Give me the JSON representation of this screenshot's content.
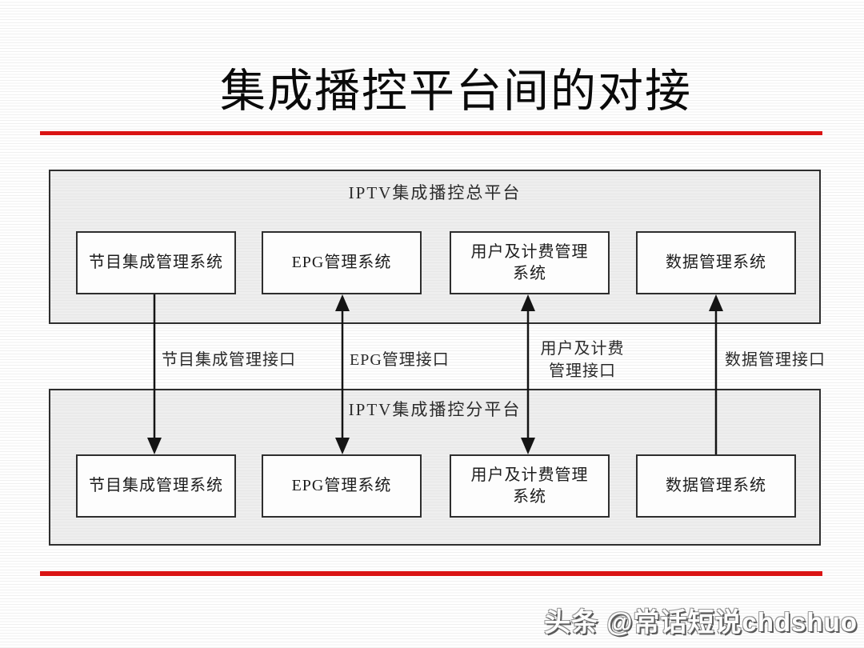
{
  "slide": {
    "title": "集成播控平台间的对接",
    "accent_color": "#da1414",
    "watermark": "头条 @常话短说chdshuo"
  },
  "top_platform": {
    "label": "IPTV集成播控总平台",
    "systems": [
      "节目集成管理系统",
      "EPG管理系统",
      "用户及计费管理\n系统",
      "数据管理系统"
    ]
  },
  "bottom_platform": {
    "label": "IPTV集成播控分平台",
    "systems": [
      "节目集成管理系统",
      "EPG管理系统",
      "用户及计费管理\n系统",
      "数据管理系统"
    ]
  },
  "interfaces": [
    {
      "label": "节目集成管理接口",
      "direction": "down"
    },
    {
      "label": "EPG管理接口",
      "direction": "both"
    },
    {
      "label": "用户及计费\n管理接口",
      "direction": "both"
    },
    {
      "label": "数据管理接口",
      "direction": "up"
    }
  ]
}
